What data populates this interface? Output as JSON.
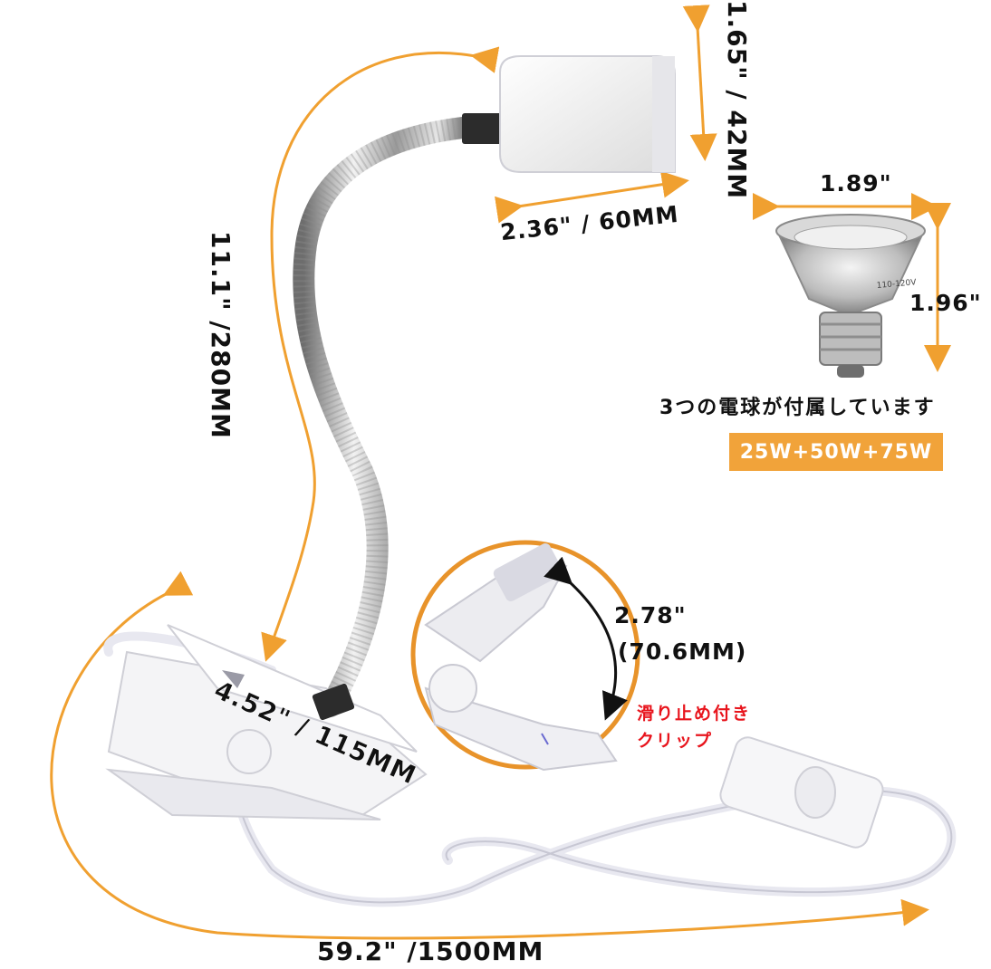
{
  "dimensions": {
    "socket_height": "1.65\" / 42MM",
    "socket_width": "2.36\" / 60MM",
    "gooseneck_length": "11.1\" /280MM",
    "clip_length": "4.52\" / 115MM",
    "cord_length": "59.2\" /1500MM",
    "bulb_width": "1.89\"",
    "bulb_height": "1.96\"",
    "clip_opening_in": "2.78\"",
    "clip_opening_mm": "(70.6MM)"
  },
  "bulb": {
    "caption": "3つの電球が付属しています",
    "wattage": "25W+50W+75W",
    "engraving": "110-120V"
  },
  "clip_note": {
    "line1": "滑り止め付き",
    "line2": "クリップ"
  },
  "colors": {
    "accent_orange": "#f1a33a",
    "arrow_orange": "#f0a030",
    "note_red": "#e8141c"
  }
}
